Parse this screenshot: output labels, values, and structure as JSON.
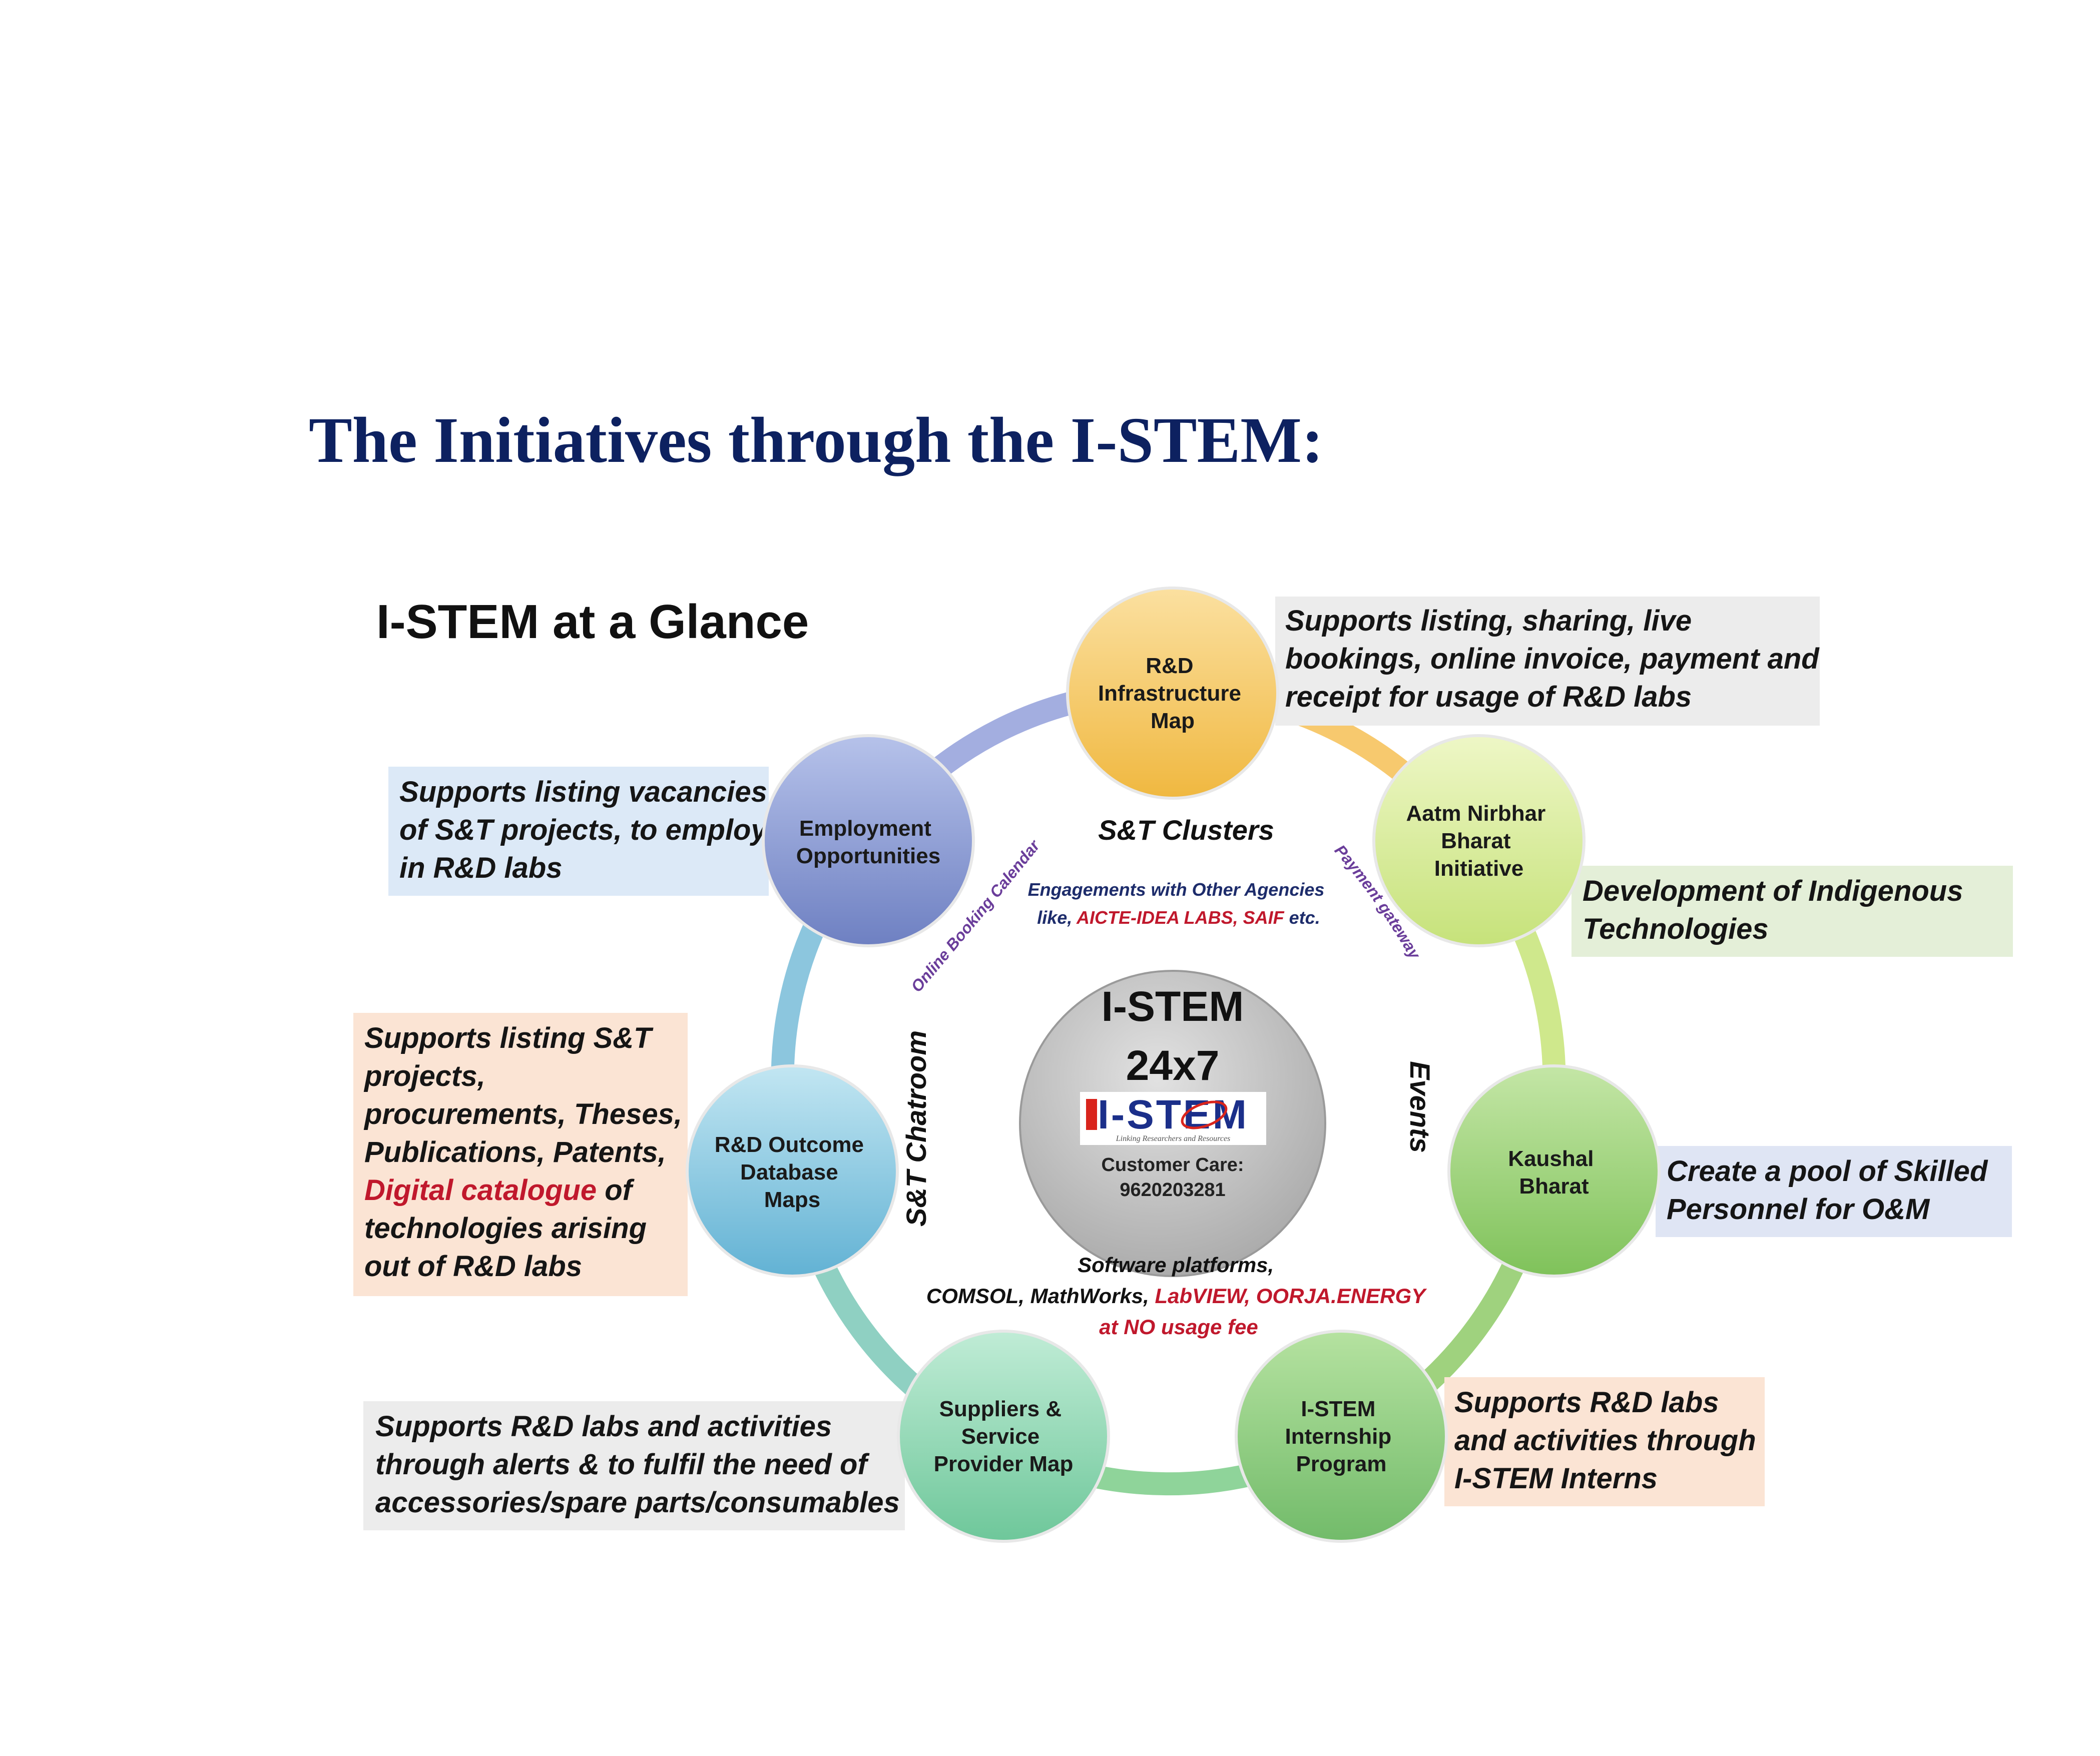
{
  "page": {
    "heading": "The Initiatives through the I-STEM:"
  },
  "diagram": {
    "title": "I-STEM at a Glance",
    "center": {
      "line1": "I-STEM",
      "line2": "24x7",
      "logo_text": "I-STEM",
      "logo_tagline": "Linking Researchers and Resources",
      "care_label": "Customer Care:",
      "care_number": "9620203281"
    },
    "nodes": {
      "infrastructure": [
        "R&D",
        "Infrastructure",
        "Map"
      ],
      "atmanirbhar": [
        "Aatm Nirbhar",
        "Bharat",
        "Initiative"
      ],
      "kaushal": [
        "Kaushal",
        "Bharat"
      ],
      "internship": [
        "I-STEM",
        "Internship",
        "Program"
      ],
      "suppliers": [
        "Suppliers &",
        "Service",
        "Provider Map"
      ],
      "outcome": [
        "R&D Outcome",
        "Database",
        "Maps"
      ],
      "employment": [
        "Employment",
        "Opportunities"
      ]
    },
    "inner": {
      "clusters": "S&T Clusters",
      "engagements_line1": "Engagements with Other Agencies",
      "engagements_like": "like, ",
      "engagements_highlight": "AICTE-IDEA LABS, SAIF",
      "engagements_tail": " etc.",
      "chatroom": "S&T Chatroom",
      "events": "Events",
      "booking": "Online Booking Calendar",
      "payment": "Payment gateway",
      "software_line1": "Software platforms,",
      "software_plain": "COMSOL, MathWorks, ",
      "software_highlight": "LabVIEW, OORJA.ENERGY",
      "software_line3": "at NO usage fee"
    },
    "callouts": {
      "infrastructure": [
        "Supports listing, sharing, live",
        "bookings, online invoice, payment and",
        "receipt for usage of R&D labs"
      ],
      "employment": [
        "Supports listing vacancies",
        "of S&T projects, to employ",
        "in R&D labs"
      ],
      "atmanirbhar": [
        "Development of Indigenous",
        "Technologies"
      ],
      "kaushal": [
        "Create a pool of Skilled",
        "Personnel for O&M"
      ],
      "outcome": {
        "lines": [
          "Supports listing S&T",
          "projects,",
          "procurements, Theses,",
          "Publications, Patents,"
        ],
        "highlight": "Digital catalogue",
        "highlight_tail": " of",
        "lines_after": [
          "technologies arising",
          "out of R&D labs"
        ]
      },
      "suppliers": [
        "Supports R&D labs and activities",
        "through alerts & to fulfil the need of",
        "accessories/spare parts/consumables"
      ],
      "internship": [
        "Supports R&D labs",
        "and activities through",
        "I-STEM Interns"
      ]
    },
    "colors": {
      "heading": "#0d2160",
      "highlight_red": "#c0182c",
      "accent_purple": "#6a3d9a",
      "node_orange": "#f5c55a",
      "node_lime": "#d7ec94",
      "node_green": "#98cf76",
      "node_teal": "#8fd6b0",
      "node_blue": "#82c6de",
      "node_violet": "#8a9cd3",
      "center_gray": "#c5c5c5"
    }
  }
}
